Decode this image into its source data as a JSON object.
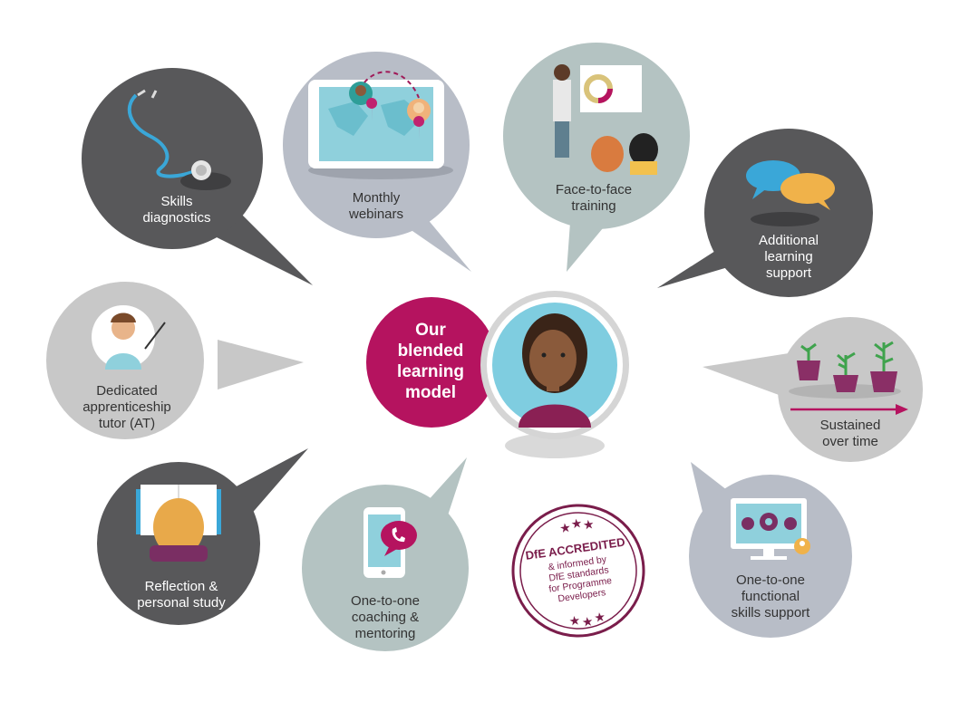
{
  "center": {
    "title": "Our\nblended\nlearning\nmodel"
  },
  "bubbles": {
    "skills_diagnostics": "Skills\ndiagnostics",
    "monthly_webinars": "Monthly\nwebinars",
    "face_to_face": "Face-to-face\ntraining",
    "additional_support": "Additional\nlearning\nsupport",
    "sustained": "Sustained\nover time",
    "functional_skills": "One-to-one\nfunctional\nskills support",
    "coaching": "One-to-one\ncoaching &\nmentoring",
    "reflection": "Reflection &\npersonal study",
    "tutor": "Dedicated\napprenticeship\ntutor (AT)"
  },
  "stamp": {
    "line1": "DfE ACCREDITED",
    "line2": "& informed by",
    "line3": "DfE standards",
    "line4": "for Programme",
    "line5": "Developers"
  },
  "colors": {
    "dark_grey": "#58585a",
    "mid_grey": "#b8bdc7",
    "light_teal": "#b4c3c2",
    "light_grey": "#c8c8c8",
    "magenta": "#b5135f",
    "stamp": "#7a1d4b"
  }
}
